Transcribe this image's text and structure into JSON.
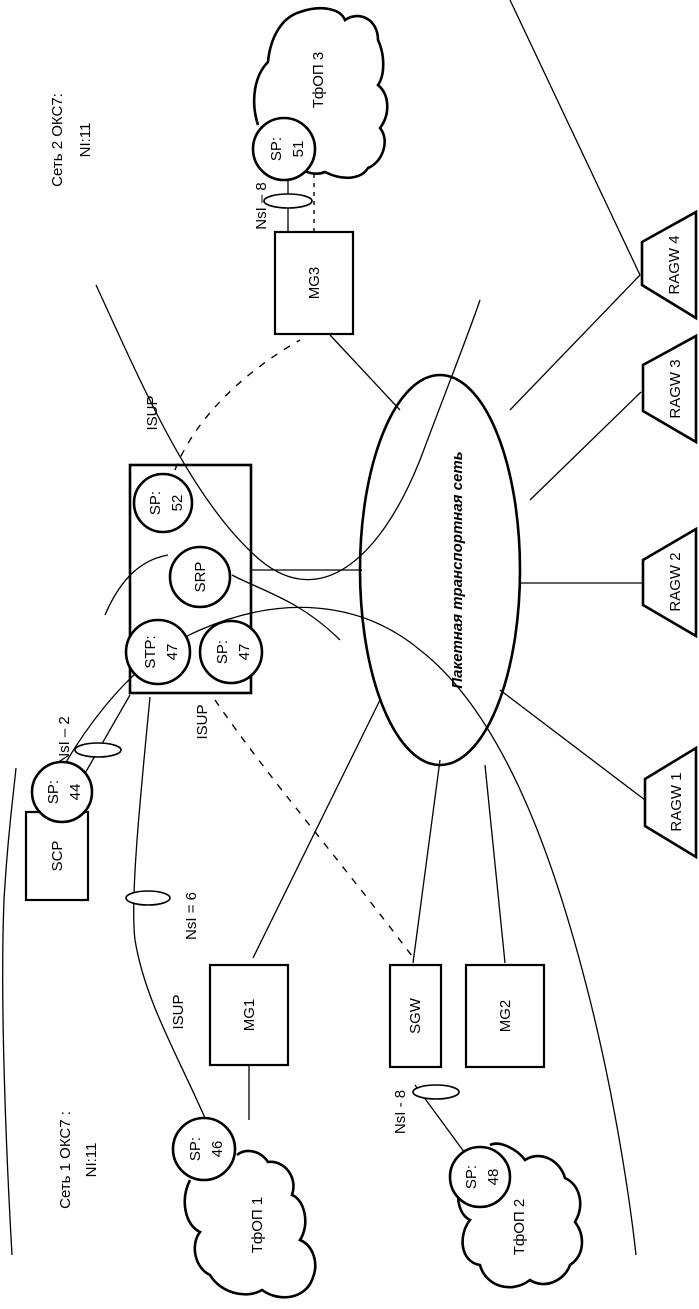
{
  "diagram": {
    "orientation": "rotated-90-ccw",
    "networks": {
      "net1": {
        "title": "Сеть 1 ОКС7 :",
        "ni": "NI:11"
      },
      "net2": {
        "title": "Сеть 2 ОКС7:",
        "ni": "NI:11"
      }
    },
    "transport_network": "Пакетная транспортная сеть",
    "pstn": {
      "pstn1": "ТфОП 1",
      "pstn2": "ТфОП 2",
      "pstn3": "ТфОП 3"
    },
    "signaling_points": {
      "sp44": {
        "line1": "SP:",
        "line2": "44"
      },
      "sp46": {
        "line1": "SP:",
        "line2": "46"
      },
      "sp48": {
        "line1": "SP:",
        "line2": "48"
      },
      "sp51": {
        "line1": "SP:",
        "line2": "51"
      },
      "sp52": {
        "line1": "SP:",
        "line2": "52"
      },
      "sp47": {
        "line1": "SP:",
        "line2": "47"
      },
      "stp47": {
        "line1": "STP:",
        "line2": "47"
      },
      "srp": {
        "line1": "SRP"
      }
    },
    "nodes": {
      "scp": "SCP",
      "mg1": "MG1",
      "mg2": "MG2",
      "mg3": "MG3",
      "sgw": "SGW",
      "ragw1": "RAGW 1",
      "ragw2": "RAGW 2",
      "ragw3": "RAGW 3",
      "ragw4": "RAGW 4"
    },
    "link_labels": {
      "nsi2": "NsI – 2",
      "nsi6": "NsI = 6",
      "nsi8_top": "NsI – 8",
      "nsi8_bottom": "NsI - 8",
      "isup_top": "ISUP",
      "isup_mid": "ISUP",
      "isup_left": "ISUP"
    }
  }
}
